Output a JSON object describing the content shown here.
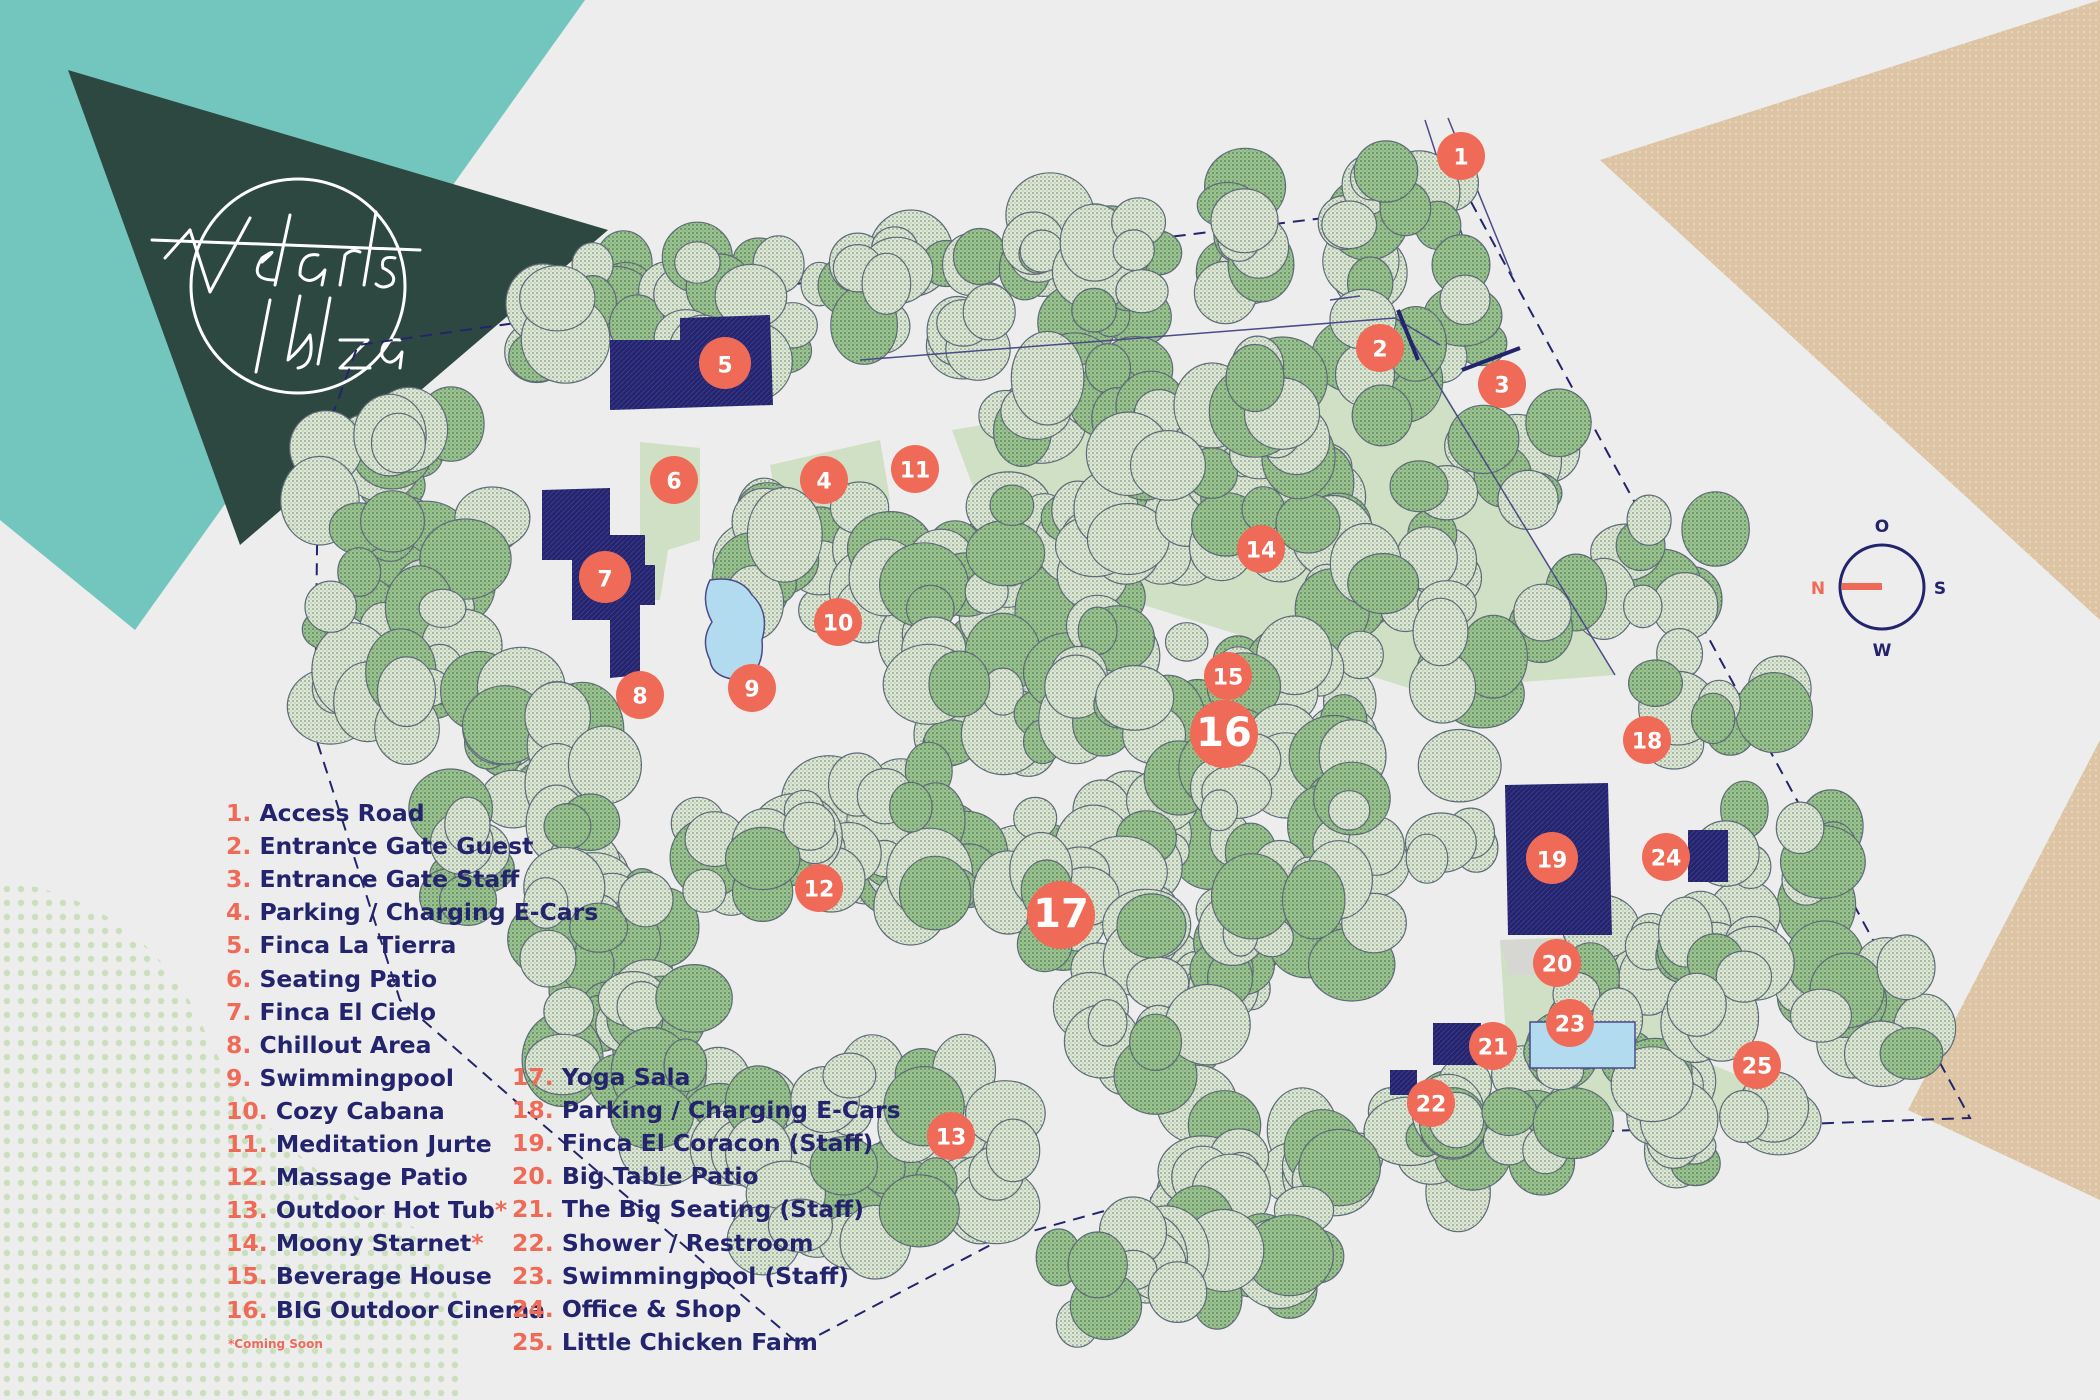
{
  "brand": {
    "line1": "Velarts",
    "line2": "Ibiza"
  },
  "compass": {
    "north": "N",
    "east": "O",
    "south": "S",
    "west": "W"
  },
  "colors": {
    "background": "#ecedec",
    "teal": "#73c6bd",
    "dark_green": "#2d4840",
    "sand": "#dcc4a5",
    "navy": "#24246e",
    "coral": "#ef6b57",
    "light_green": "#cfe0c4",
    "tree_green": "#8fbe80",
    "pool_blue": "#b3dbf0"
  },
  "markers": [
    {
      "id": "1",
      "label": "1"
    },
    {
      "id": "2",
      "label": "2"
    },
    {
      "id": "3",
      "label": "3"
    },
    {
      "id": "4",
      "label": "4"
    },
    {
      "id": "5",
      "label": "5"
    },
    {
      "id": "6",
      "label": "6"
    },
    {
      "id": "7",
      "label": "7"
    },
    {
      "id": "8",
      "label": "8"
    },
    {
      "id": "9",
      "label": "9"
    },
    {
      "id": "10",
      "label": "10"
    },
    {
      "id": "11",
      "label": "11"
    },
    {
      "id": "12",
      "label": "12"
    },
    {
      "id": "13",
      "label": "13"
    },
    {
      "id": "14",
      "label": "14"
    },
    {
      "id": "15",
      "label": "15"
    },
    {
      "id": "16",
      "label": "16"
    },
    {
      "id": "17",
      "label": "17"
    },
    {
      "id": "18",
      "label": "18"
    },
    {
      "id": "19",
      "label": "19"
    },
    {
      "id": "20",
      "label": "20"
    },
    {
      "id": "21",
      "label": "21"
    },
    {
      "id": "22",
      "label": "22"
    },
    {
      "id": "23",
      "label": "23"
    },
    {
      "id": "24",
      "label": "24"
    },
    {
      "id": "25",
      "label": "25"
    }
  ],
  "legend": [
    {
      "num": "1.",
      "text": "Access Road",
      "star": ""
    },
    {
      "num": "2.",
      "text": "Entrance Gate Guest",
      "star": ""
    },
    {
      "num": "3.",
      "text": "Entrance Gate Staff",
      "star": ""
    },
    {
      "num": "4.",
      "text": "Parking / Charging E-Cars",
      "star": ""
    },
    {
      "num": "5.",
      "text": "Finca La Tierra",
      "star": ""
    },
    {
      "num": "6.",
      "text": "Seating Patio",
      "star": ""
    },
    {
      "num": "7.",
      "text": "Finca El Cielo",
      "star": ""
    },
    {
      "num": "8.",
      "text": "Chillout Area",
      "star": ""
    },
    {
      "num": "9.",
      "text": "Swimmingpool",
      "star": ""
    },
    {
      "num": "10.",
      "text": "Cozy Cabana",
      "star": ""
    },
    {
      "num": "11.",
      "text": "Meditation Jurte",
      "star": ""
    },
    {
      "num": "12.",
      "text": "Massage Patio",
      "star": ""
    },
    {
      "num": "13.",
      "text": "Outdoor Hot Tub",
      "star": "*"
    },
    {
      "num": "14.",
      "text": "Moony Starnet",
      "star": "*"
    },
    {
      "num": "15.",
      "text": "Beverage House",
      "star": ""
    },
    {
      "num": "16.",
      "text": "BIG Outdoor Cinema",
      "star": ""
    },
    {
      "num": "17.",
      "text": "Yoga Sala",
      "star": ""
    },
    {
      "num": "18.",
      "text": "Parking / Charging E-Cars",
      "star": ""
    },
    {
      "num": "19.",
      "text": "Finca El Coracon (Staff)",
      "star": ""
    },
    {
      "num": "20.",
      "text": "Big Table Patio",
      "star": ""
    },
    {
      "num": "21.",
      "text": "The Big Seating (Staff)",
      "star": ""
    },
    {
      "num": "22.",
      "text": "Shower / Restroom",
      "star": ""
    },
    {
      "num": "23.",
      "text": "Swimmingpool (Staff)",
      "star": ""
    },
    {
      "num": "24.",
      "text": "Office & Shop",
      "star": ""
    },
    {
      "num": "25.",
      "text": "Little Chicken Farm",
      "star": ""
    }
  ],
  "footnote": "*Coming Soon"
}
